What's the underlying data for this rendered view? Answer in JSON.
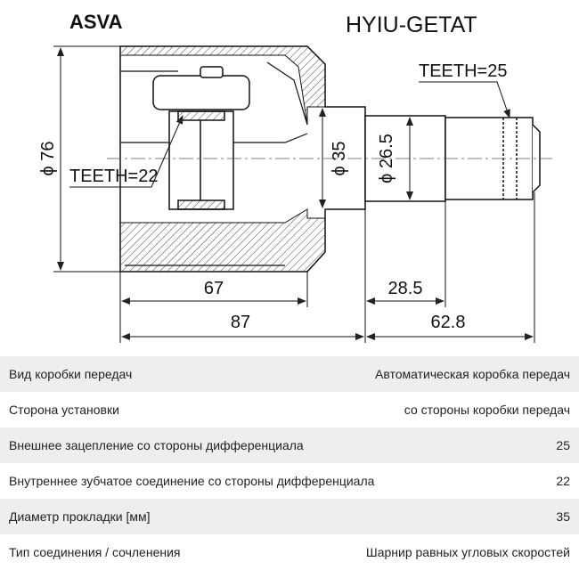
{
  "header": {
    "brand": "ASVA",
    "part_number": "HYIU-GETAT"
  },
  "drawing": {
    "teeth_outer": "TEETH=25",
    "teeth_inner": "TEETH=22",
    "dim_outer_diameter": "ϕ 76",
    "dim_housing_bore": "ϕ 35",
    "dim_shaft_diameter": "ϕ 26.5",
    "dim_length_67": "67",
    "dim_length_87": "87",
    "dim_shaft_28_5": "28.5",
    "dim_shaft_62_8": "62.8"
  },
  "specs": [
    {
      "label": "Вид коробки передач",
      "value": "Автоматическая коробка передач"
    },
    {
      "label": "Сторона установки",
      "value": "со стороны коробки передач"
    },
    {
      "label": "Внешнее зацепление со стороны дифференциала",
      "value": "25"
    },
    {
      "label": "Внутреннее зубчатое соединение со стороны дифференциала",
      "value": "22"
    },
    {
      "label": "Диаметр прокладки [мм]",
      "value": "35"
    },
    {
      "label": "Тип соединения / сочленения",
      "value": "Шарнир равных угловых скоростей"
    }
  ]
}
